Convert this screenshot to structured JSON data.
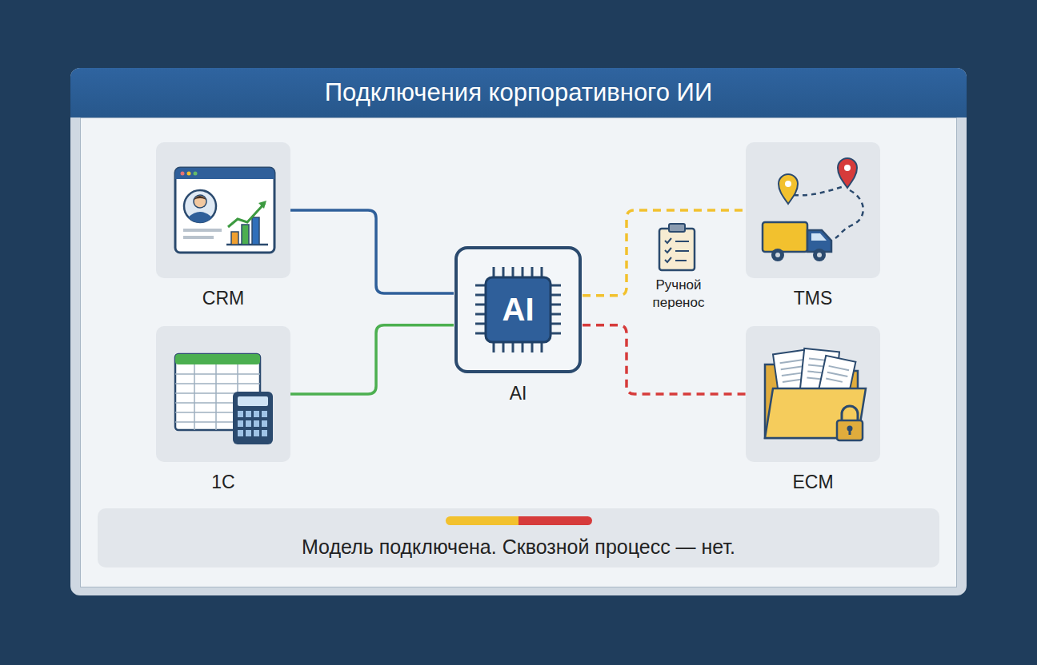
{
  "diagram": {
    "title": "Подключения корпоративного ИИ",
    "nodes": [
      {
        "text": [
          "CRM"
        ]
      },
      {
        "text": [
          "1С"
        ]
      },
      {
        "text": [
          "AI",
          "AI"
        ]
      },
      {
        "text": [
          "TMS"
        ]
      },
      {
        "text": [
          "ECM"
        ]
      },
      {
        "text": [
          "Модель подключена. Сквозной процесс — нет."
        ]
      }
    ],
    "edges": [
      {
        "from": 0,
        "to": 2,
        "arrow": "none"
      },
      {
        "from": 1,
        "to": 2,
        "arrow": "none"
      },
      {
        "from": 2,
        "to": 3,
        "label": "Ручной перенос",
        "arrow": "none"
      },
      {
        "from": 2,
        "to": 4,
        "arrow": "none"
      }
    ]
  }
}
